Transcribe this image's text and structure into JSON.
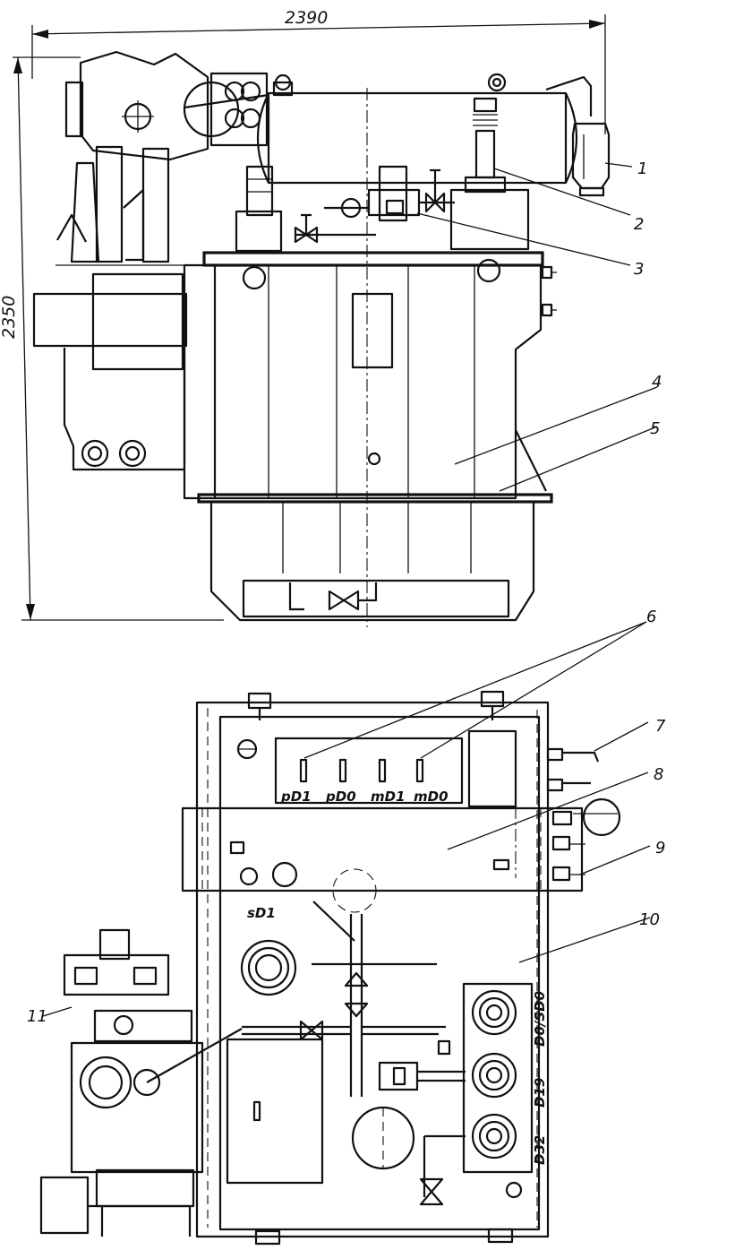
{
  "dimensions": {
    "width_label": "2390",
    "height_label": "2350"
  },
  "callouts": [
    "1",
    "2",
    "3",
    "4",
    "5",
    "6",
    "7",
    "8",
    "9",
    "10",
    "11"
  ],
  "tap_labels": {
    "pd1": "pD1",
    "pd0": "pD0",
    "md1": "mD1",
    "md0": "mD0",
    "sd1": "sD1",
    "d0_sd0": "D0/SD0",
    "d19": "D19",
    "d32": "D32"
  }
}
